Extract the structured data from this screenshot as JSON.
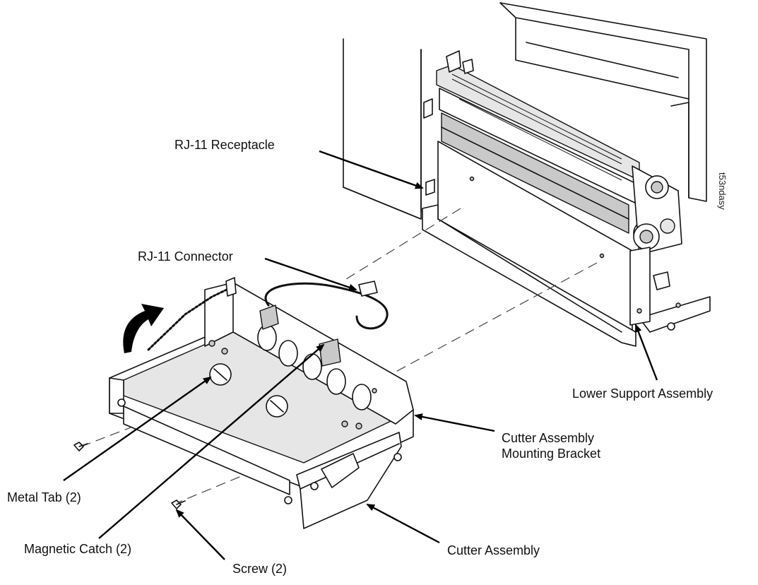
{
  "labels": {
    "rj11_receptacle": "RJ-11 Receptacle",
    "rj11_connector": "RJ-11 Connector",
    "lower_support_assembly": "Lower Support Assembly",
    "cutter_mounting_bracket_line1": "Cutter Assembly",
    "cutter_mounting_bracket_line2": "Mounting Bracket",
    "metal_tab": "Metal Tab (2)",
    "magnetic_catch": "Magnetic Catch (2)",
    "screw": "Screw (2)",
    "cutter_assembly": "Cutter Assembly",
    "figure_code": "t53ndasy"
  },
  "icons": {
    "rotation_arrow": "curved-arrow-icon"
  },
  "colors": {
    "line": "#111111",
    "background": "#ffffff"
  }
}
